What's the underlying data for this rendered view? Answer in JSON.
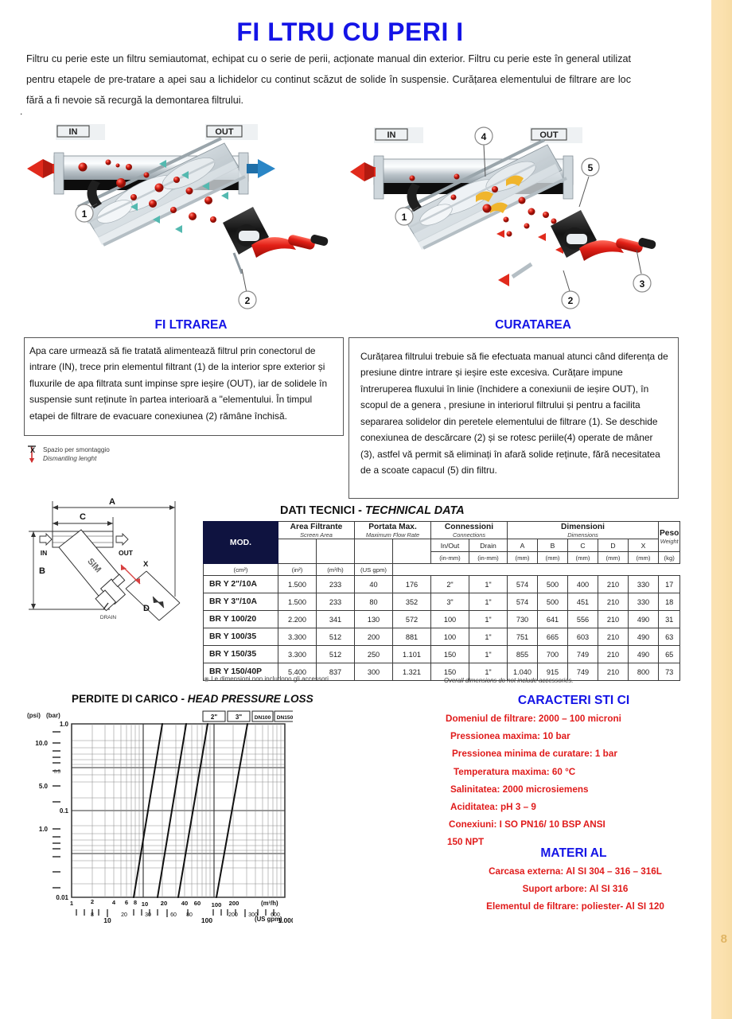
{
  "document": {
    "title": "FI LTRU CU PERI I",
    "page_number": "8",
    "accent_blue": "#1414e6",
    "accent_red": "#e01b1b",
    "border_gold": "#fbe1ae"
  },
  "intro": {
    "text": "Filtru cu perie este un filtru semiautomat, echipat cu o serie de perii, acționate manual din exterior. Filtru cu perie este în general utilizat pentru etapele de pre-tratare a apei sau a lichidelor cu continut scăzut de solide în suspensie. Curățarea  elementului de filtrare are loc fără a fi nevoie să recurgă la demontarea filtrului.",
    "trailing_dot": "."
  },
  "illustrations": {
    "left": {
      "name": "filtration-phase-diagram",
      "inlet_label": "IN",
      "outlet_label": "OUT",
      "callouts": [
        "1",
        "2"
      ]
    },
    "right": {
      "name": "cleaning-phase-diagram",
      "inlet_label": "IN",
      "outlet_label": "OUT",
      "callouts": [
        "1",
        "2",
        "3",
        "4",
        "5"
      ]
    }
  },
  "sections": [
    {
      "heading": "FI LTRAREA",
      "body": "Apa care urmează să fie tratată alimentează  filtrul  prin conectorul de intrare (IN), trece prin elementul filtrant (1) de la interior spre exterior și fluxurile de apa filtrata sunt impinse spre ieșire  (OUT), iar  de solidele în suspensie sunt reținute în partea interioară a \"elementului. În timpul etapei de filtrare de evacuare conexiunea (2) rămâne închisă."
    },
    {
      "heading": "CURATAREA",
      "body": "Curățarea filtrului trebuie să fie efectuata manual atunci când diferența de presiune dintre intrare și ieșire  este excesiva. Curățare impune întreruperea fluxului în linie (închidere a conexiunii  de ieșire OUT), în scopul de a genera , presiune  in interiorul filtrului și pentru a facilita separarea solidelor din peretele elementului de filtrare (1). Se deschide conexiunea de descărcare  (2) și se rotesc periile(4) operate de mâner (3), astfel vă permit să eliminați în afară solide reținute, fără necesitatea de a scoate capacul (5) din filtru."
    }
  ],
  "dismantling_note": {
    "marker": "X",
    "line_it": "Spazio per smontaggio",
    "line_en": "Dismantling lenght"
  },
  "dimension_drawing": {
    "dim_a": "A",
    "dim_b": "B",
    "dim_c": "C",
    "dim_d": "D",
    "dim_x": "X",
    "inlet": "IN",
    "outlet": "OUT",
    "drain": "DRAIN"
  },
  "tech_table": {
    "title_it": "DATI TECNICI",
    "title_sep": " - ",
    "title_en": "TECHNICAL DATA",
    "mod_header": "MOD.",
    "groups": [
      {
        "it": "Area Filtrante",
        "en": "Screen Area",
        "span": 2
      },
      {
        "it": "Portata Max.",
        "en": "Maximum Flow Rate",
        "span": 2
      },
      {
        "it": "Connessioni",
        "en": "Connections",
        "span": 2
      },
      {
        "it": "Dimensioni",
        "en": "Dimensions",
        "span": 5
      },
      {
        "it": "Peso",
        "en": "Weight",
        "span": 1
      }
    ],
    "sub_labels": [
      "",
      "",
      "",
      "",
      "In/Out",
      "Drain",
      "A",
      "B",
      "C",
      "D",
      "X",
      ""
    ],
    "units": [
      "(cm²)",
      "(in²)",
      "(m³/h)",
      "(US gpm)",
      "(in-mm)",
      "(in-mm)",
      "(mm)",
      "(mm)",
      "(mm)",
      "(mm)",
      "(mm)",
      "(kg)"
    ],
    "rows": [
      {
        "model": "BR Y 2\"/10A",
        "cells": [
          "1.500",
          "233",
          "40",
          "176",
          "2\"",
          "1\"",
          "574",
          "500",
          "400",
          "210",
          "330",
          "17"
        ]
      },
      {
        "model": "BR Y 3\"/10A",
        "cells": [
          "1.500",
          "233",
          "80",
          "352",
          "3\"",
          "1\"",
          "574",
          "500",
          "451",
          "210",
          "330",
          "18"
        ]
      },
      {
        "model": "BR Y 100/20",
        "cells": [
          "2.200",
          "341",
          "130",
          "572",
          "100",
          "1\"",
          "730",
          "641",
          "556",
          "210",
          "490",
          "31"
        ]
      },
      {
        "model": "BR Y 100/35",
        "cells": [
          "3.300",
          "512",
          "200",
          "881",
          "100",
          "1\"",
          "751",
          "665",
          "603",
          "210",
          "490",
          "63"
        ]
      },
      {
        "model": "BR Y 150/35",
        "cells": [
          "3.300",
          "512",
          "250",
          "1.101",
          "150",
          "1\"",
          "855",
          "700",
          "749",
          "210",
          "490",
          "65"
        ]
      },
      {
        "model": "BR Y 150/40P",
        "cells": [
          "5.400",
          "837",
          "300",
          "1.321",
          "150",
          "1\"",
          "1.040",
          "915",
          "749",
          "210",
          "800",
          "73"
        ]
      }
    ],
    "footnote_it": "Le dimensioni non includono gli accessori.",
    "footnote_en": "Overall dimensions do not include accessories."
  },
  "chart_data": {
    "type": "line",
    "title": "PERDITE DI CARICO - HEAD PRESSURE LOSS",
    "title_it": "PERDITE DI CARICO",
    "title_en": "HEAD PRESSURE LOSS",
    "xlabel": "(m³/h)",
    "xlabel_secondary": "(US gpm)",
    "ylabel": "(psi)",
    "ylabel_secondary": "(bar)",
    "log_x": true,
    "log_y": true,
    "xlim": [
      1,
      1000
    ],
    "ylim": [
      0.01,
      1.0
    ],
    "grid": true,
    "y_ticks_bar": [
      "1.0",
      "0.1",
      "0.01"
    ],
    "y_ticks_psi": [
      "10.0",
      "5.0",
      "1.0"
    ],
    "y_minor_labels": [
      "0.5"
    ],
    "x_ticks_m3h": [
      "1",
      "2",
      "4",
      "6",
      "8",
      "10",
      "20",
      "40",
      "60",
      "100",
      "200"
    ],
    "x_ticks_gpm": [
      "8",
      "10",
      "20",
      "30",
      "60",
      "80",
      "100",
      "200",
      "300",
      "600",
      "1.000"
    ],
    "legend_position": "top-right",
    "series": [
      {
        "name": "2\"",
        "label": "2\"",
        "x": [
          9,
          40
        ],
        "y": [
          0.012,
          1.0
        ]
      },
      {
        "name": "3\"",
        "label": "3\"",
        "x": [
          17,
          80
        ],
        "y": [
          0.012,
          1.0
        ]
      },
      {
        "name": "DN100",
        "label": "DN100",
        "x": [
          30,
          130
        ],
        "y": [
          0.012,
          1.0
        ]
      },
      {
        "name": "DN150",
        "label": "DN150",
        "x": [
          62,
          300
        ],
        "y": [
          0.012,
          1.0
        ]
      }
    ]
  },
  "characteristics": {
    "heading": "CARACTERI STI CI",
    "items": [
      "Domeniul de filtrare: 2000 – 100 microni",
      "Pressionea maxima: 10 bar",
      "Pressionea minima de curatare: 1 bar",
      "Temperatura maxima: 60 °C",
      "Salinitatea: 2000 microsiemens",
      "Aciditatea: pH 3 – 9",
      "Conexiuni: I SO PN16/ 10 BSP ANSI",
      "150  NPT"
    ]
  },
  "material": {
    "heading": "MATERI AL",
    "items": [
      "Carcasa externa: Al SI 304 – 316 – 316L",
      "Suport arbore: Al SI 316",
      "Elementul de filtrare: poliester- Al SI 120"
    ]
  }
}
